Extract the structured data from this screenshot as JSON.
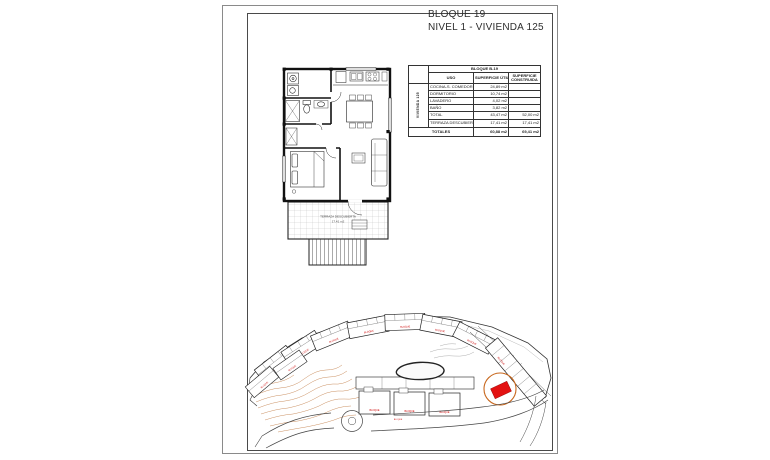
{
  "title": {
    "line1": "BLOQUE 19",
    "line2": "NIVEL 1 - VIVIENDA 125"
  },
  "table": {
    "block_header": "BLOQUE B-19",
    "vivienda_label": "VIVIENDA 125",
    "col_uso": "USO",
    "col_util": "SUPERFICIE ÚTIL",
    "col_construida_line1": "SUPERFICIE",
    "col_construida_line2": "CONSTRUIDA",
    "rows": [
      {
        "uso": "COCINA-S. COMEDOR",
        "util": "24,89 m2",
        "construida": ""
      },
      {
        "uso": "DORMITORIO",
        "util": "10,74 m2",
        "construida": ""
      },
      {
        "uso": "LAVADERO",
        "util": "4,02 m2",
        "construida": ""
      },
      {
        "uso": "BAÑO",
        "util": "3,82 m2",
        "construida": ""
      }
    ],
    "total_row": {
      "uso": "TOTAL",
      "util": "43,47 m2",
      "construida": "52,00 m2"
    },
    "terraza_row": {
      "uso": "TERRAZA DESCUBIERTA",
      "util": "17,41 m2",
      "construida": "17,41 m2"
    },
    "totales_row": {
      "label": "TOTALES",
      "util": "60,88 m2",
      "construida": "69,41 m2"
    }
  },
  "floorplan": {
    "terrace_label": "TERRAZA DESCUBIERTA",
    "terrace_area": "17,41 m2"
  },
  "siteplan": {
    "block_label": "BLOQUE"
  },
  "colors": {
    "header_green": "#C6DFA8",
    "row_yellow": "#FFFF9C",
    "total_green": "#D9E8C4",
    "highlight_red": "#E31212",
    "circle_orange": "#C8681E",
    "contour_brown": "#C4824E",
    "label_red": "#CC0000"
  }
}
